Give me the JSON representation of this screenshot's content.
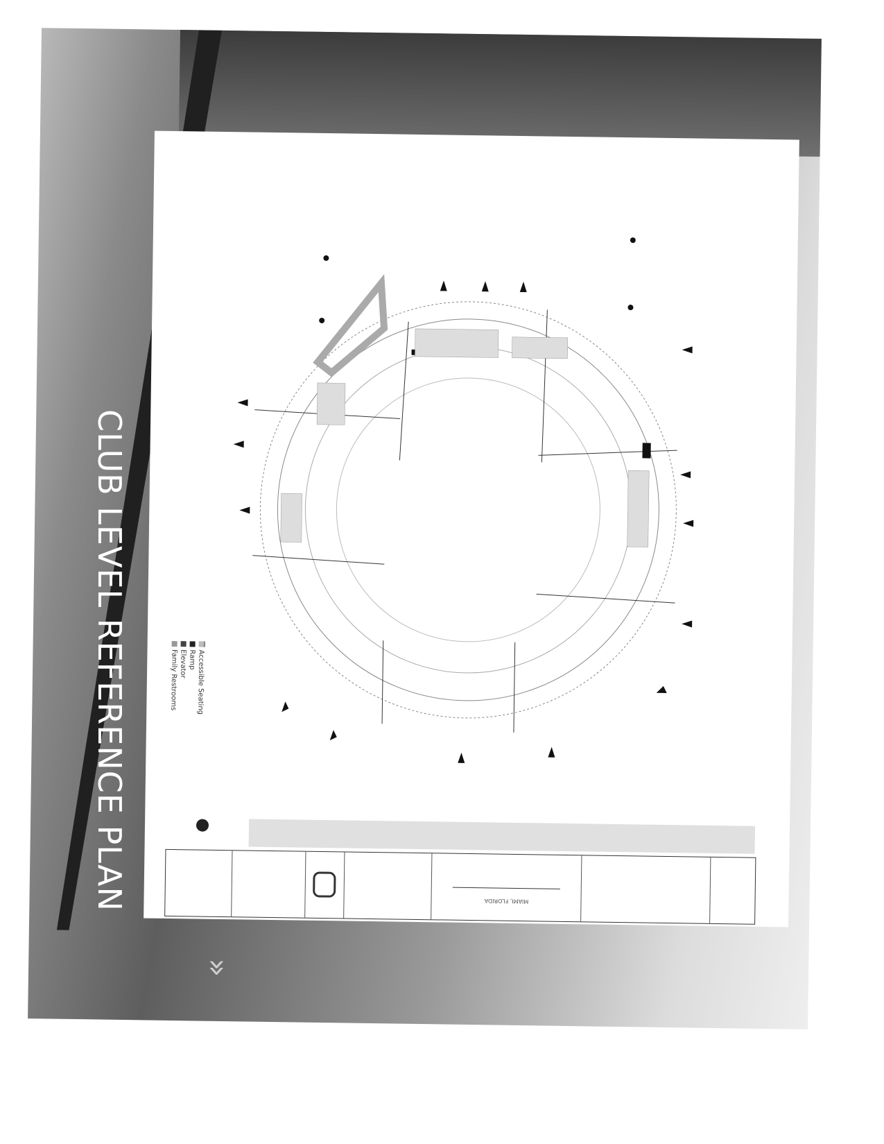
{
  "slide": {
    "title": "CLUB LEVEL REFERENCE PLAN",
    "nav_icon": "double-chevron-down-icon"
  },
  "legend": {
    "items": [
      {
        "label": "Accessible Seating",
        "color": "#bbbbbb"
      },
      {
        "label": "Ramp",
        "color": "#222222"
      },
      {
        "label": "Elevator",
        "color": "#444444"
      },
      {
        "label": "Family Restrooms",
        "color": "#999999"
      }
    ]
  },
  "title_block": {
    "location": "MIAMI, FLORIDA"
  }
}
